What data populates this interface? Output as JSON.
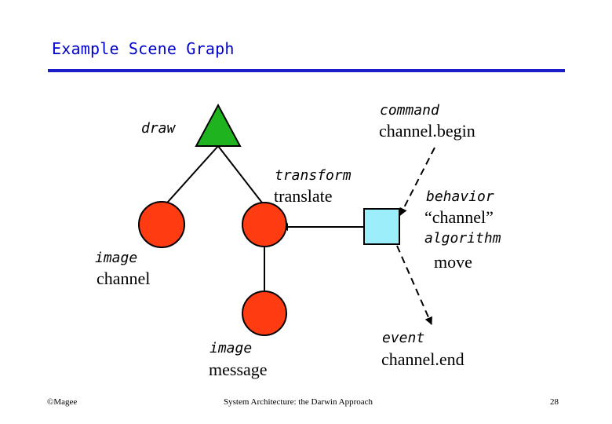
{
  "title": "Example Scene Graph",
  "colors": {
    "title": "#0000cc",
    "rule": "#1c1cc8",
    "triangle": "#1fb41f",
    "circle": "#ff3b12",
    "square": "#9beefa"
  },
  "labels": {
    "draw": "draw",
    "command": "command",
    "command_value": "channel.begin",
    "transform": "transform",
    "transform_value": "translate",
    "behavior": "behavior",
    "behavior_name": "“channel”",
    "algorithm": "algorithm",
    "algorithm_value": "move",
    "image_left": "image",
    "image_left_value": "channel",
    "image_bottom": "image",
    "image_bottom_value": "message",
    "event": "event",
    "event_value": "channel.end"
  },
  "footer": {
    "left": "©Magee",
    "center": "System Architecture: the Darwin Approach",
    "page": "28"
  }
}
